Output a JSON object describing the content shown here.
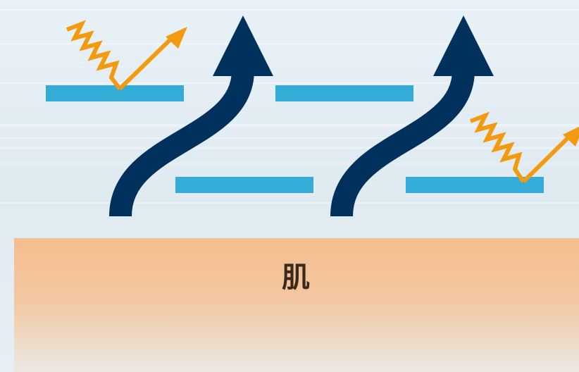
{
  "diagram": {
    "skin_label": "肌",
    "colors": {
      "background": "#e4eef4",
      "barrier_bar": "#34acd8",
      "moisture_arrow": "#00305c",
      "uv_ray": "#f29a10",
      "skin_top": "#f5bd90",
      "skin_bottom": "#ebe9e3"
    },
    "icons": {
      "moisture_arrow": "curved-up-arrow-icon",
      "uv_ray": "zigzag-reflected-ray-icon"
    },
    "barrier_bar_count": 4,
    "moisture_arrow_count": 2,
    "uv_ray_count": 2
  }
}
